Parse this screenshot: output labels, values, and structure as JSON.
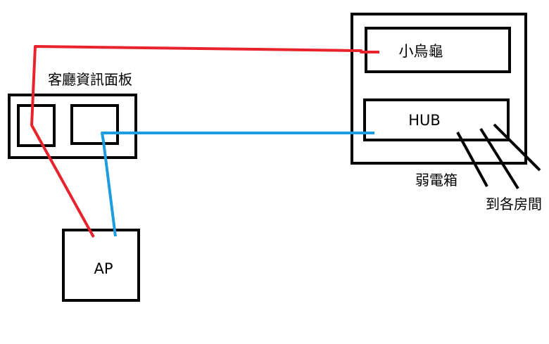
{
  "labels": {
    "living_room_panel": "客廳資訊面板",
    "router": "小烏龜",
    "hub": "HUB",
    "ap": "AP",
    "weak_box": "弱電箱",
    "to_rooms": "到各房間"
  },
  "colors": {
    "background": "#ffffff",
    "box_stroke": "#000000",
    "red_cable": "#e8232b",
    "blue_cable": "#1b9de0"
  }
}
